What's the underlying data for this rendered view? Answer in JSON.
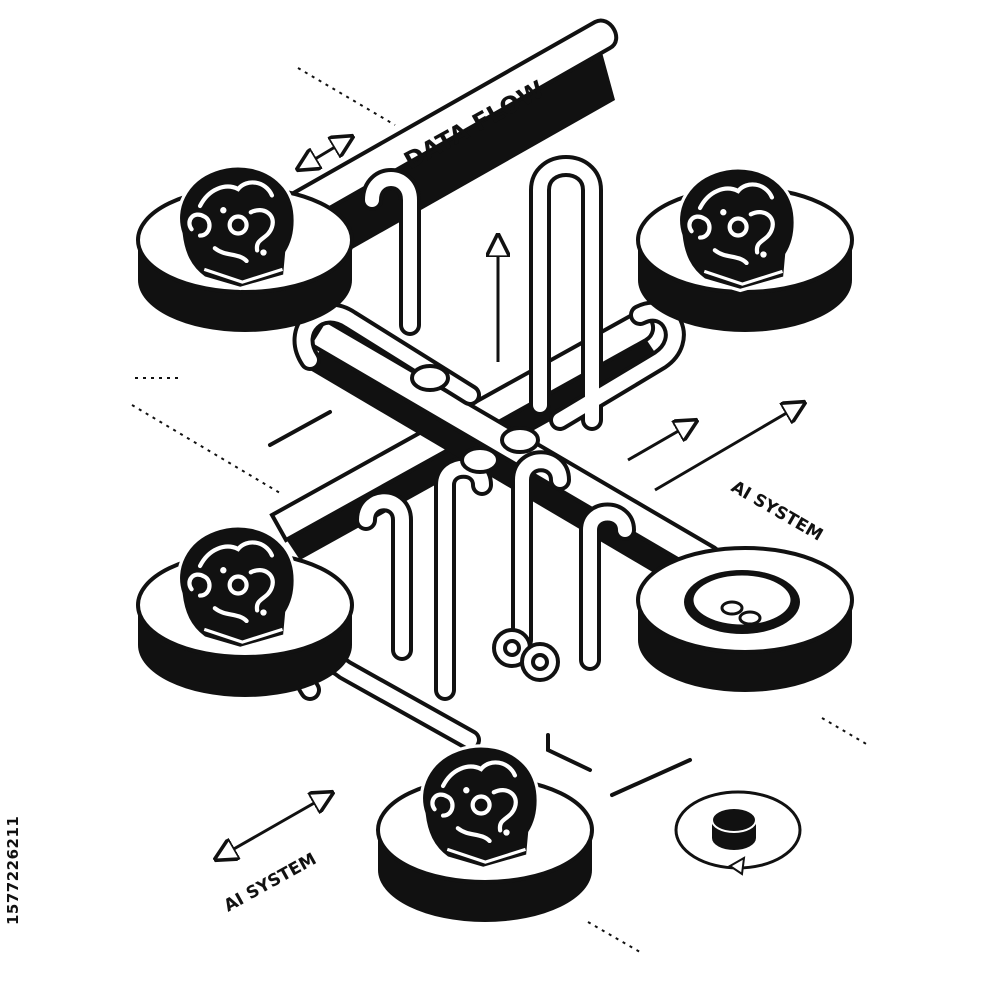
{
  "labels": {
    "data_flow": "DATA FLOW",
    "ai_system_right": "AI SYSTEM",
    "ai_system_bottom": "AI SYSTEM",
    "stock_id": "1577226211"
  },
  "colors": {
    "ink": "#111111",
    "paper": "#ffffff"
  },
  "icons": [
    "brain-icon",
    "arrow-icon",
    "double-arrow-icon",
    "rotate-icon",
    "pipe-icon",
    "platform-icon"
  ]
}
